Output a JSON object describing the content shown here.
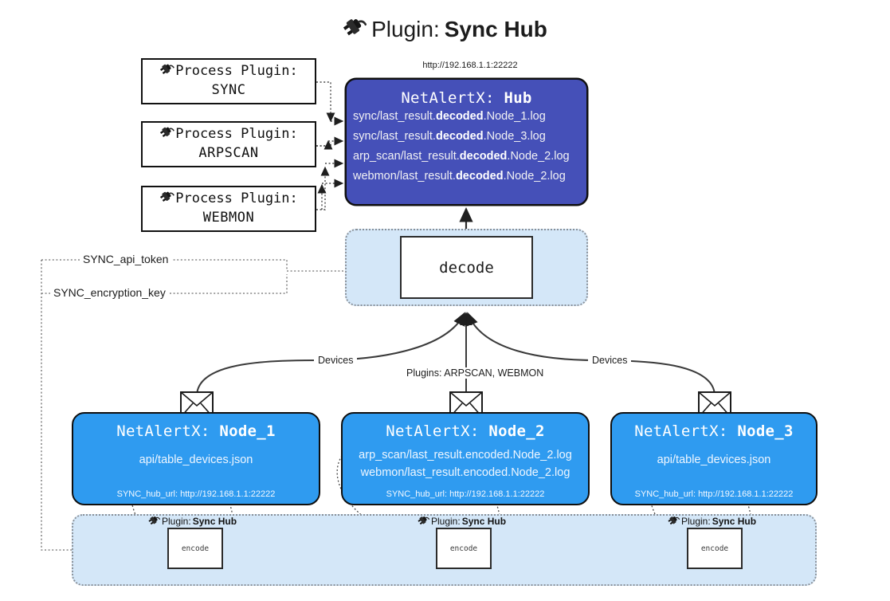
{
  "title": {
    "icon": "plug-icon",
    "prefix": "Plugin:",
    "name": "Sync Hub"
  },
  "hub": {
    "url": "http://192.168.1.1:22222",
    "label_prefix": "NetAlertX:",
    "label_name": "Hub",
    "lines": [
      {
        "pre": "sync/last_result.",
        "mid": "decoded",
        "post": ".Node_1.log"
      },
      {
        "pre": "sync/last_result.",
        "mid": "decoded",
        "post": ".Node_3.log"
      },
      {
        "pre": "arp_scan/last_result.",
        "mid": "decoded",
        "post": ".Node_2.log"
      },
      {
        "pre": "webmon/last_result.",
        "mid": "decoded",
        "post": ".Node_2.log"
      }
    ],
    "color": "#4550b8"
  },
  "process_plugins": [
    {
      "icon": "plug-icon",
      "line1": "Process Plugin:",
      "line2": "SYNC"
    },
    {
      "icon": "plug-icon",
      "line1": "Process Plugin:",
      "line2": "ARPSCAN"
    },
    {
      "icon": "plug-icon",
      "line1": "Process Plugin:",
      "line2": "WEBMON"
    }
  ],
  "decode": {
    "label": "decode"
  },
  "keys": {
    "api_token": "SYNC_api_token",
    "encryption_key": "SYNC_encryption_key"
  },
  "edge_labels": {
    "devices_left": "Devices",
    "devices_right": "Devices",
    "plugins_center": "Plugins: ARPSCAN, WEBMON"
  },
  "nodes": [
    {
      "label_prefix": "NetAlertX:",
      "label_name": "Node_1",
      "lines": [
        "api/table_devices.json"
      ],
      "hub_url": "SYNC_hub_url: http://192.168.1.1:22222"
    },
    {
      "label_prefix": "NetAlertX:",
      "label_name": "Node_2",
      "lines": [
        "arp_scan/last_result.encoded.Node_2.log",
        "webmon/last_result.encoded.Node_2.log"
      ],
      "hub_url": "SYNC_hub_url: http://192.168.1.1:22222"
    },
    {
      "label_prefix": "NetAlertX:",
      "label_name": "Node_3",
      "lines": [
        "api/table_devices.json"
      ],
      "hub_url": "SYNC_hub_url: http://192.168.1.1:22222"
    }
  ],
  "encoders": [
    {
      "tag_prefix": "Plugin:",
      "tag_name": "Sync Hub",
      "label": "encode"
    },
    {
      "tag_prefix": "Plugin:",
      "tag_name": "Sync Hub",
      "label": "encode"
    },
    {
      "tag_prefix": "Plugin:",
      "tag_name": "Sync Hub",
      "label": "encode"
    }
  ],
  "colors": {
    "hub": "#4550b8",
    "node": "#2f9bf0",
    "container": "#d4e7f8",
    "stroke": "#0f0f0f"
  }
}
